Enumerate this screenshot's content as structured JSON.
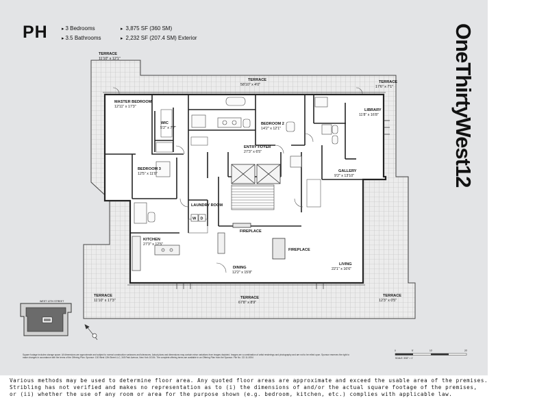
{
  "header": {
    "unit": "PH",
    "specs_left": [
      "3 Bedrooms",
      "3.5 Bathrooms"
    ],
    "specs_right": [
      "3,875 SF (360 SM)",
      "2,232 SF (207.4 SM) Exterior"
    ]
  },
  "brand": "OneThirtyWest12",
  "rooms": [
    {
      "name": "TERRACE",
      "dims": "11'10\" x 12'1\""
    },
    {
      "name": "TERRACE",
      "dims": "58'10\" x 4'0\""
    },
    {
      "name": "TERRACE",
      "dims": "17'6\" x 7'1\""
    },
    {
      "name": "MASTER BEDROOM",
      "dims": "12'11\" x 17'3\""
    },
    {
      "name": "WIC",
      "dims": "5'2\" x 7'7\""
    },
    {
      "name": "BEDROOM 2",
      "dims": "14'2\" x 12'1\""
    },
    {
      "name": "LIBRARY",
      "dims": "11'8\" x 16'8\""
    },
    {
      "name": "ENTRY FOYER",
      "dims": "27'3\" x 6'5\""
    },
    {
      "name": "BEDROOM 3",
      "dims": "12'5\" x 11'0\""
    },
    {
      "name": "GALLERY",
      "dims": "9'2\" x 13'10\""
    },
    {
      "name": "LAUNDRY ROOM",
      "dims": ""
    },
    {
      "name": "KITCHEN",
      "dims": "27'3\" x 12'5\""
    },
    {
      "name": "FIREPLACE",
      "dims": ""
    },
    {
      "name": "FIREPLACE",
      "dims": ""
    },
    {
      "name": "DINING",
      "dims": "12'2\" x 15'8\""
    },
    {
      "name": "LIVING",
      "dims": "22'1\" x 16'6\""
    },
    {
      "name": "TERRACE",
      "dims": "11'10\" x 17'3\""
    },
    {
      "name": "TERRACE",
      "dims": "67'8\" x 8'9\""
    },
    {
      "name": "TERRACE",
      "dims": "12'3\" x 0'5\""
    }
  ],
  "appliance_labels": [
    "W",
    "D"
  ],
  "keyplan_street": "WEST 12TH STREET",
  "fine_print": "Square footage includes storage space. All dimensions are approximate and subject to normal construction variances and tolerances. Actual plans and dimensions may contain minor variations from images depicted. Images are a combination of artist renderings and photography and are not to be relied upon. Sponsor reserves the right to make changes in accordance with the terms of the Offering Plan. Sponsor: 130 West 12th Street LLC, 345 Park Avenue, New York 10154. The complete offering terms are available in an Offering Plan from the Sponsor. File No. CD 11-0004",
  "scale_ticks": [
    "0",
    "5'",
    "10'",
    "20'"
  ],
  "scale_note": "SCALE: 3/32\" = 1'",
  "disclaimer": [
    "Various methods may be used to determine floor area.  Any quoted floor areas are approximate and exceed the usable area of the premises.",
    "Stribling has not verified and makes no representation as to (i) the dimensions of and/or the actual square footage of the premises,",
    "or (ii) whether the use of any room or area for the purpose shown (e.g. bedroom, kitchen, etc.) complies with applicable law."
  ]
}
